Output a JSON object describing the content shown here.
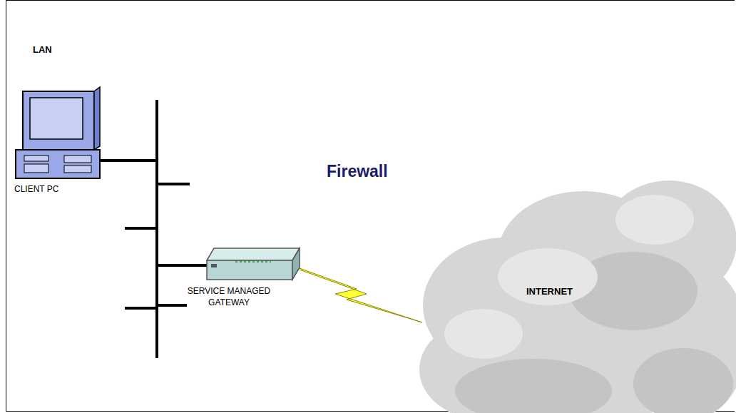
{
  "diagram": {
    "title": "Firewall",
    "nodes": [
      {
        "text": [
          "INTERNET"
        ]
      }
    ],
    "labels": [
      "LAN",
      "CLIENT PC",
      "SERVICE MANAGED GATEWAY"
    ]
  }
}
